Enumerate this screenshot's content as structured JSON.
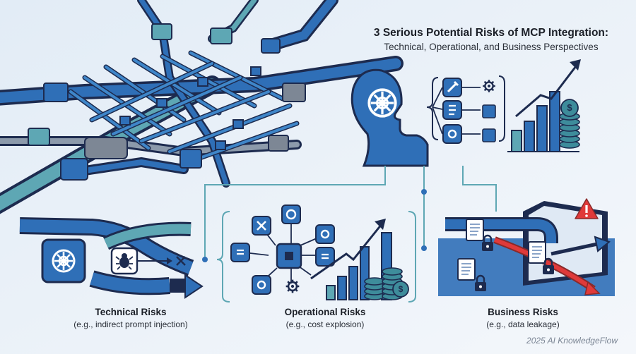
{
  "title": {
    "line1": "3 Serious Potential Risks of MCP Integration:",
    "line2": "Technical, Operational, and Business Perspectives"
  },
  "panels": {
    "technical": {
      "title": "Technical Risks",
      "subtitle": "(e.g., indirect prompt injection)"
    },
    "operational": {
      "title": "Operational Risks",
      "subtitle": "(e.g., cost explosion)"
    },
    "business": {
      "title": "Business Risks",
      "subtitle": "(e.g., data leakage)"
    }
  },
  "credit": "2025 AI KnowledgeFlow",
  "colors": {
    "primary_blue": "#2f6fb7",
    "dark_navy": "#1d2b4f",
    "teal": "#56a8b0",
    "warning_red": "#e03a3a",
    "background": "#eef3f8"
  },
  "icons": [
    "ai-logo-icon",
    "wrench-icon",
    "gear-icon",
    "document-icon",
    "lock-icon",
    "warning-icon",
    "coin-stack-icon",
    "bug-icon",
    "trend-arrow-icon"
  ]
}
